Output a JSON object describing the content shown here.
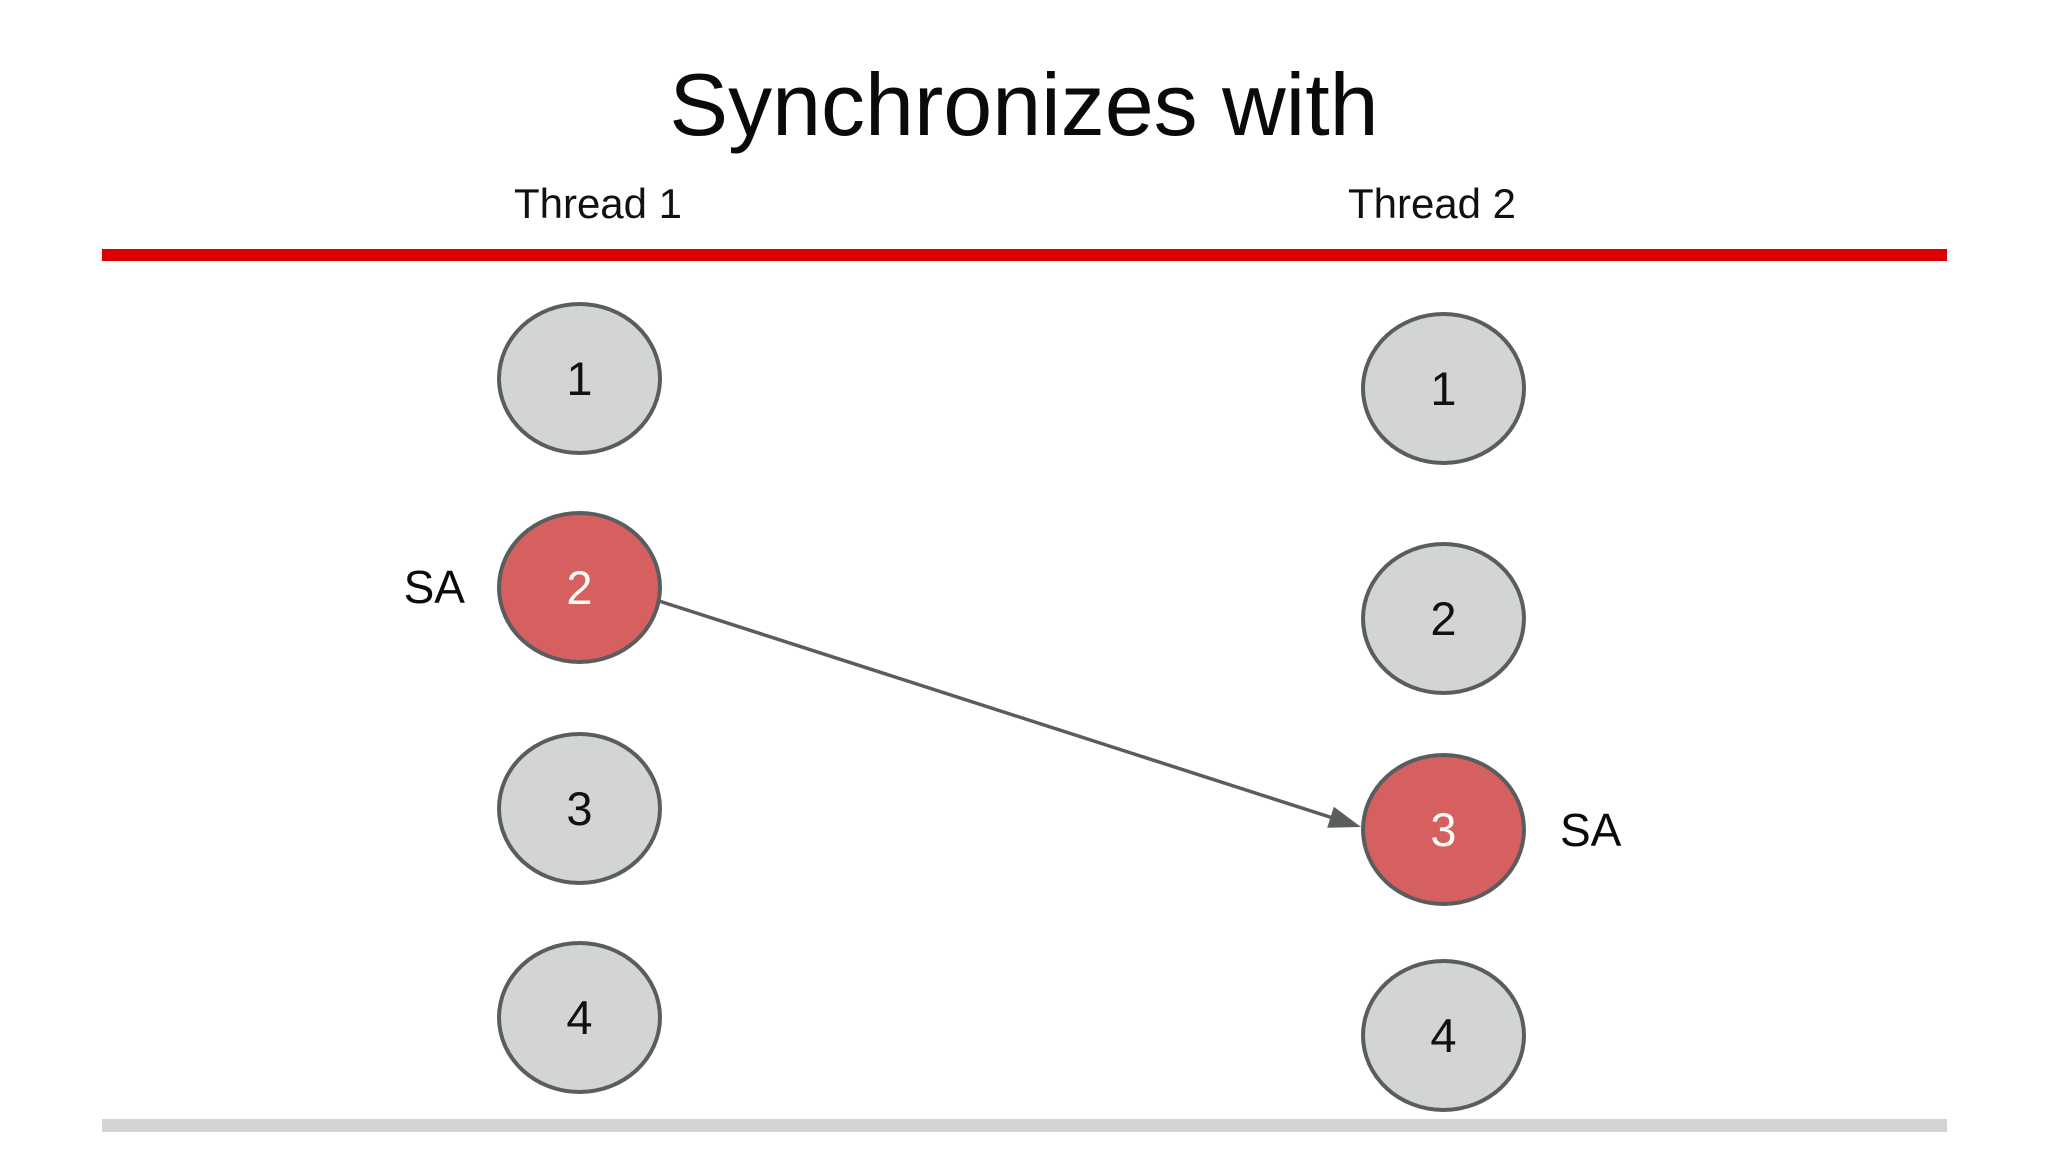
{
  "title": "Synchronizes with",
  "threads": [
    {
      "label": "Thread 1",
      "events": [
        {
          "label": "1",
          "highlighted": false
        },
        {
          "label": "2",
          "highlighted": true,
          "annotation": "SA"
        },
        {
          "label": "3",
          "highlighted": false
        },
        {
          "label": "4",
          "highlighted": false
        }
      ]
    },
    {
      "label": "Thread 2",
      "events": [
        {
          "label": "1",
          "highlighted": false
        },
        {
          "label": "2",
          "highlighted": false
        },
        {
          "label": "3",
          "highlighted": true,
          "annotation": "SA"
        },
        {
          "label": "4",
          "highlighted": false
        }
      ]
    }
  ],
  "relation": {
    "name": "synchronizes-with-arrow",
    "from": {
      "thread": "Thread 1",
      "event": "2"
    },
    "to": {
      "thread": "Thread 2",
      "event": "3"
    }
  },
  "colors": {
    "background": "#ffffff",
    "rule_red": "#dd0000",
    "bar_gray": "#d2d4d4",
    "node_fill": "#d3d5d5",
    "node_border": "#595d5d",
    "highlight_fill": "#d65f5f",
    "highlight_text": "#fdfcf5",
    "arrow": "#595d5d"
  }
}
